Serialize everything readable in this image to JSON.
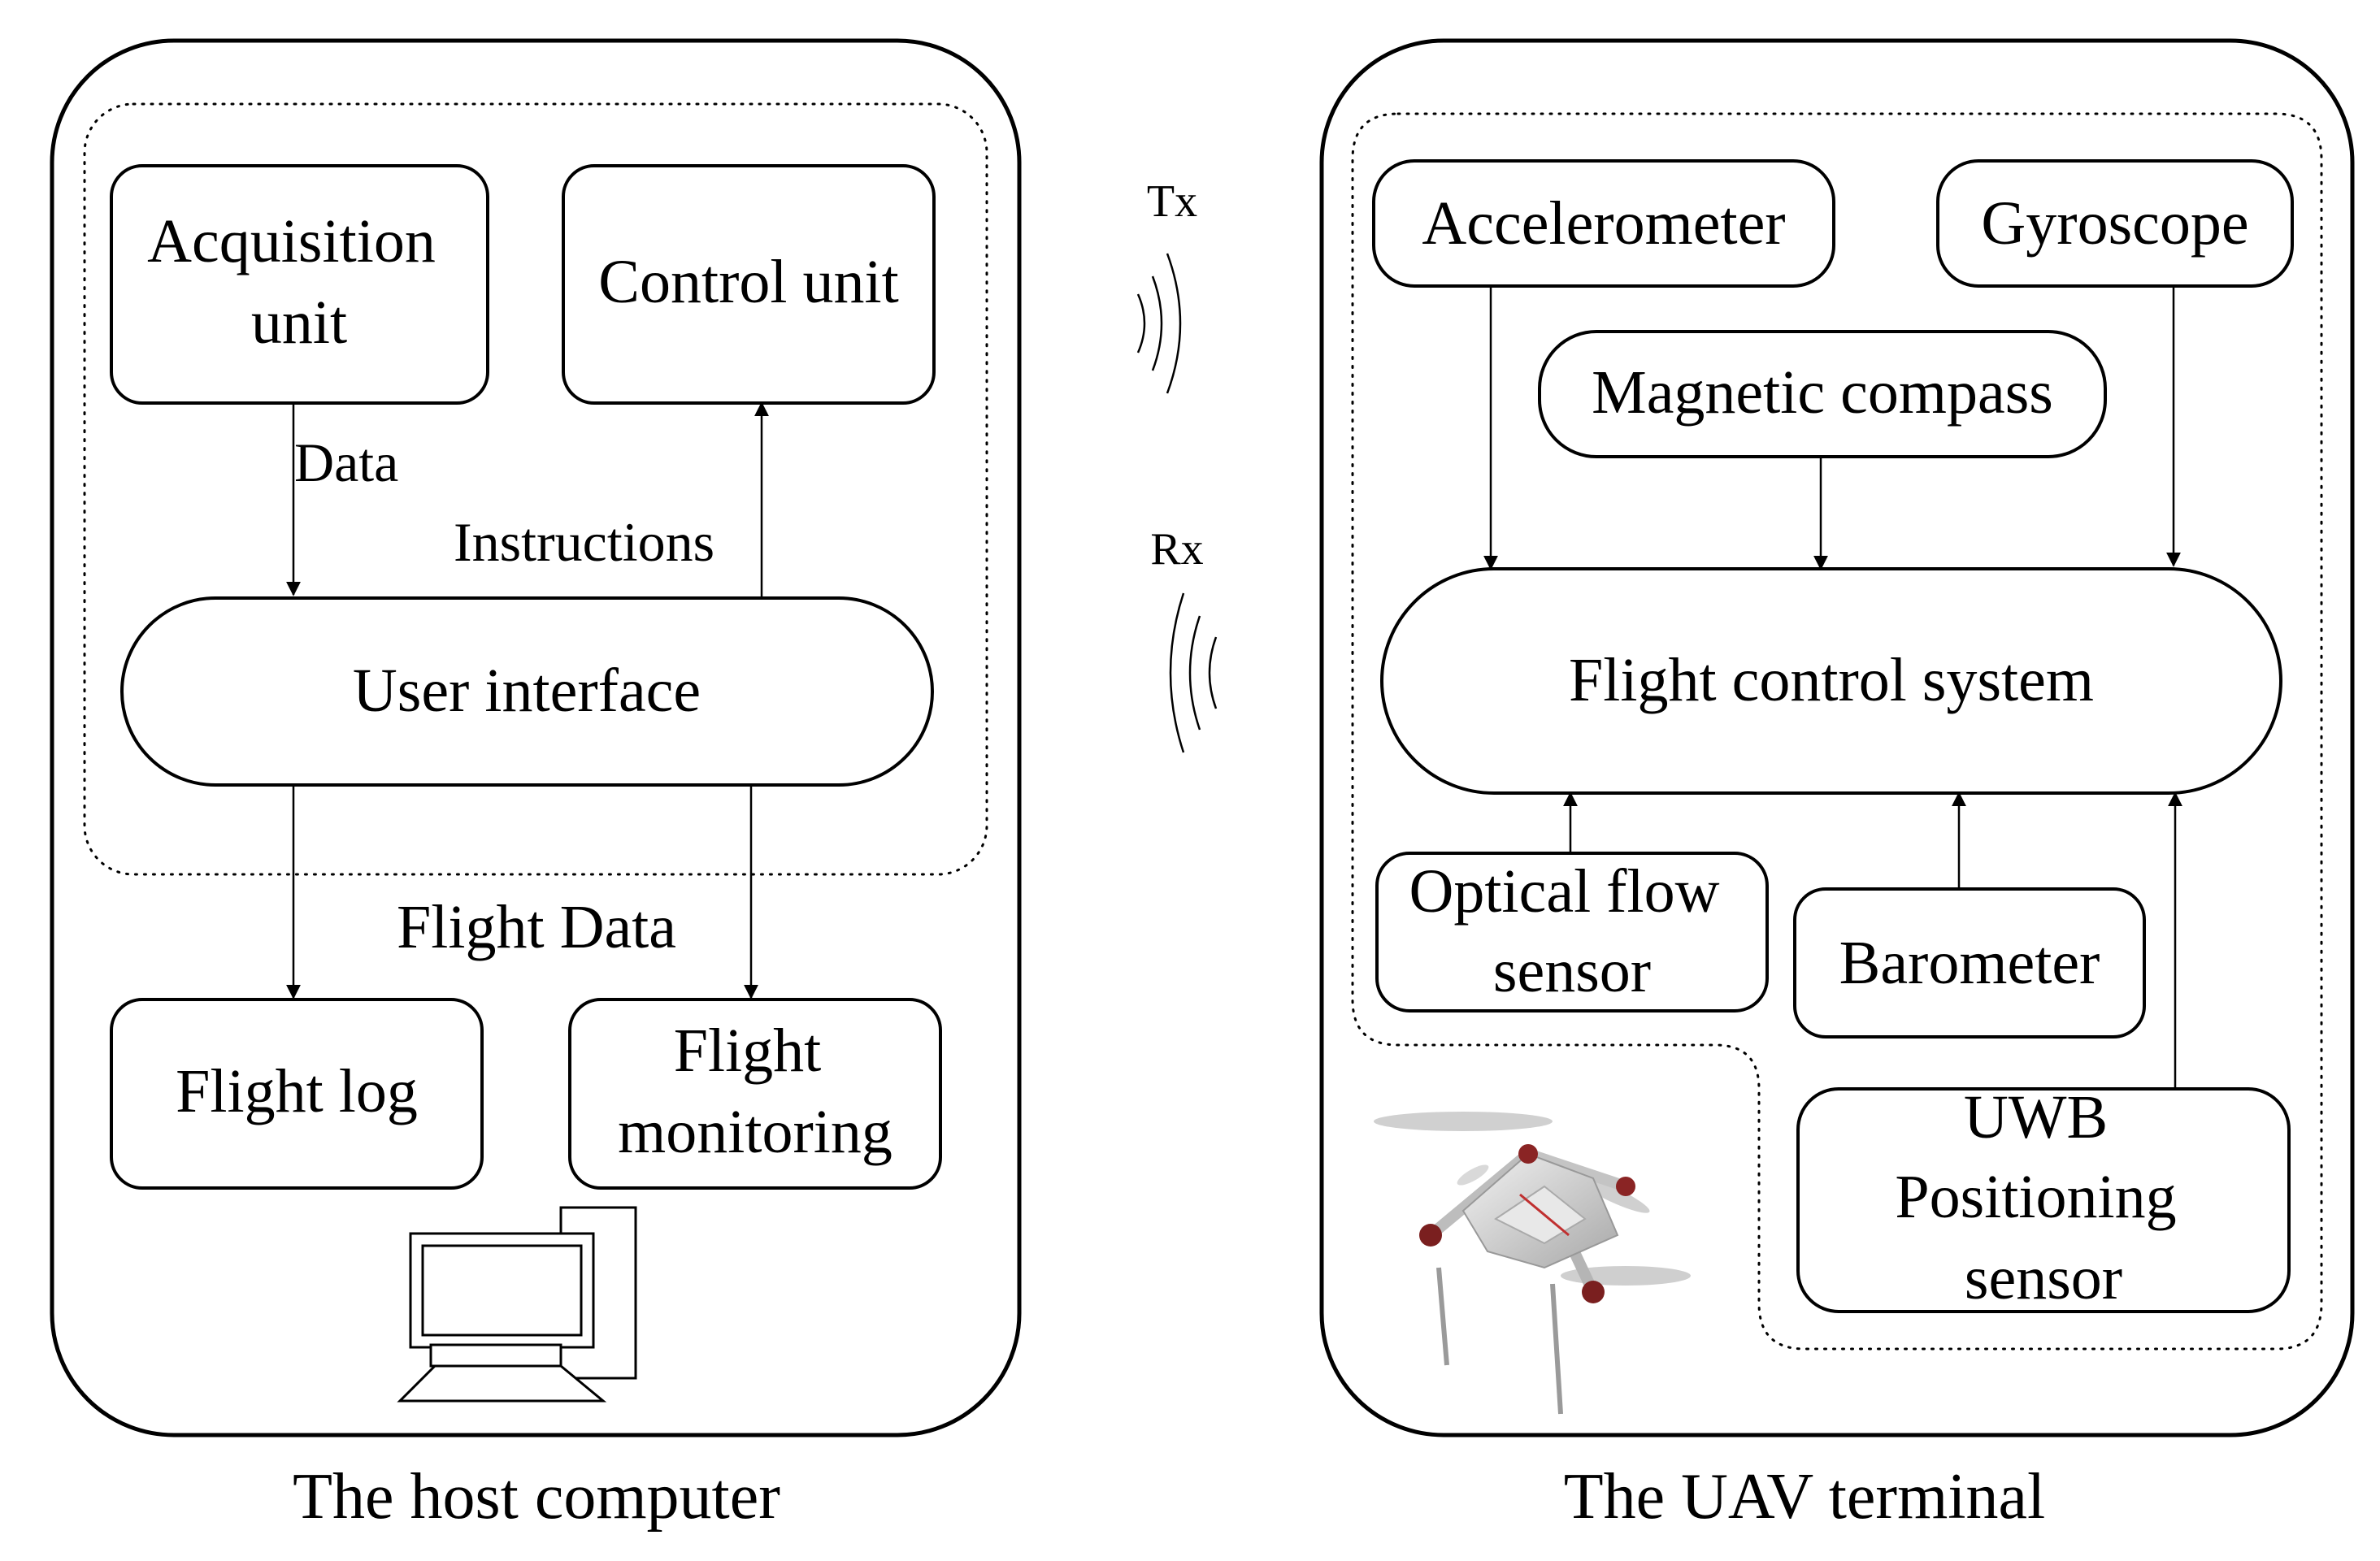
{
  "host": {
    "caption": "The host computer",
    "acquisition_unit": [
      "Acquisition",
      "unit"
    ],
    "control_unit": "Control unit",
    "data_label": "Data",
    "instructions_label": "Instructions",
    "user_interface": "User interface",
    "flight_data_label": "Flight Data",
    "flight_log": "Flight log",
    "flight_monitoring": [
      "Flight",
      "monitoring"
    ],
    "computer_icon": "desktop-computer-icon"
  },
  "link": {
    "tx_label": "Tx",
    "rx_label": "Rx",
    "wave_icon": "radio-wave-icon"
  },
  "uav": {
    "caption": "The UAV terminal",
    "accelerometer": "Accelerometer",
    "gyroscope": "Gyroscope",
    "magnetic_compass": "Magnetic compass",
    "flight_control_system": "Flight control system",
    "optical_flow_sensor": [
      "Optical flow",
      "sensor"
    ],
    "barometer": "Barometer",
    "uwb_sensor": [
      "UWB",
      "Positioning",
      "sensor"
    ],
    "drone_icon": "quadcopter-drone-icon"
  }
}
